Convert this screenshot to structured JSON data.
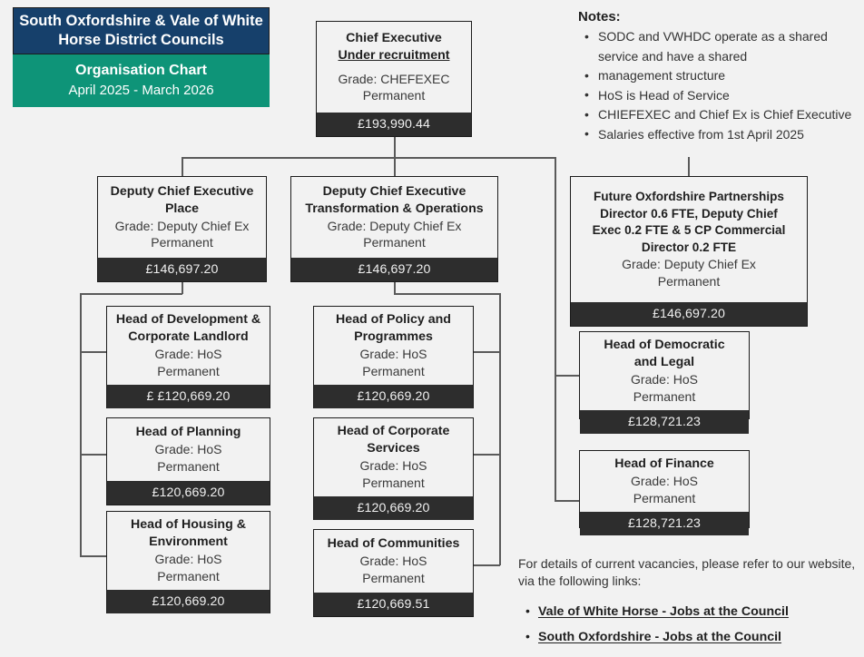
{
  "title_block": {
    "council_name": "South Oxfordshire & Vale of White Horse District Councils",
    "chart_label": "Organisation Chart",
    "period": "April 2025 - March 2026",
    "navy_color": "#16406b",
    "teal_color": "#0e9478"
  },
  "notes": {
    "heading": "Notes:",
    "items": [
      "SODC and VWHDC operate as a shared service and have a shared",
      "management structure",
      "HoS is Head of Service",
      "CHIEFEXEC and Chief Ex is Chief Executive",
      "Salaries effective from 1st April 2025"
    ]
  },
  "nodes": {
    "ceo": {
      "role_line1": "Chief Executive",
      "role_line2": "Under recruitment",
      "grade": "Grade: CHEFEXEC",
      "tenure": "Permanent",
      "salary": "£193,990.44"
    },
    "dce_place": {
      "role_line1": "Deputy Chief Executive",
      "role_line2": "Place",
      "grade": "Grade: Deputy Chief Ex",
      "tenure": "Permanent",
      "salary": "£146,697.20"
    },
    "dce_transformation": {
      "role_line1": "Deputy Chief Executive",
      "role_line2": "Transformation & Operations",
      "grade": "Grade: Deputy Chief Ex",
      "tenure": "Permanent",
      "salary": "£146,697.20"
    },
    "future_oxfordshire": {
      "role_line1": "Future Oxfordshire Partnerships",
      "role_line2": "Director 0.6 FTE, Deputy Chief",
      "role_line3": "Exec 0.2 FTE & 5 CP Commercial",
      "role_line4": "Director 0.2 FTE",
      "grade": "Grade: Deputy Chief Ex",
      "tenure": "Permanent",
      "salary": "£146,697.20"
    },
    "dev_corporate_landlord": {
      "role_line1": "Head of Development &",
      "role_line2": "Corporate Landlord",
      "grade": "Grade: HoS",
      "tenure": "Permanent",
      "salary": "£ £120,669.20"
    },
    "planning": {
      "role_line1": "Head of Planning",
      "grade": "Grade: HoS",
      "tenure": "Permanent",
      "salary": "£120,669.20"
    },
    "housing_environment": {
      "role_line1": "Head of Housing &",
      "role_line2": "Environment",
      "grade": "Grade: HoS",
      "tenure": "Permanent",
      "salary": "£120,669.20"
    },
    "policy_programmes": {
      "role_line1": "Head of Policy and",
      "role_line2": "Programmes",
      "grade": "Grade: HoS",
      "tenure": "Permanent",
      "salary": "£120,669.20"
    },
    "corporate_services": {
      "role_line1": "Head of Corporate",
      "role_line2": "Services",
      "grade": "Grade: HoS",
      "tenure": "Permanent",
      "salary": "£120,669.20"
    },
    "communities": {
      "role_line1": "Head of Communities",
      "grade": "Grade: HoS",
      "tenure": "Permanent",
      "salary": "£120,669.51"
    },
    "democratic_legal": {
      "role_line1": "Head of Democratic",
      "role_line2": "and Legal",
      "grade": "Grade: HoS",
      "tenure": "Permanent",
      "salary": "£128,721.23"
    },
    "finance": {
      "role_line1": "Head of Finance",
      "grade": "Grade: HoS",
      "tenure": "Permanent",
      "salary": "£128,721.23"
    }
  },
  "footer": {
    "lead": "For details of current vacancies, please refer to our website, via the following links:",
    "links": [
      "Vale of White Horse - Jobs at the Council",
      "South Oxfordshire - Jobs at the Council"
    ]
  }
}
